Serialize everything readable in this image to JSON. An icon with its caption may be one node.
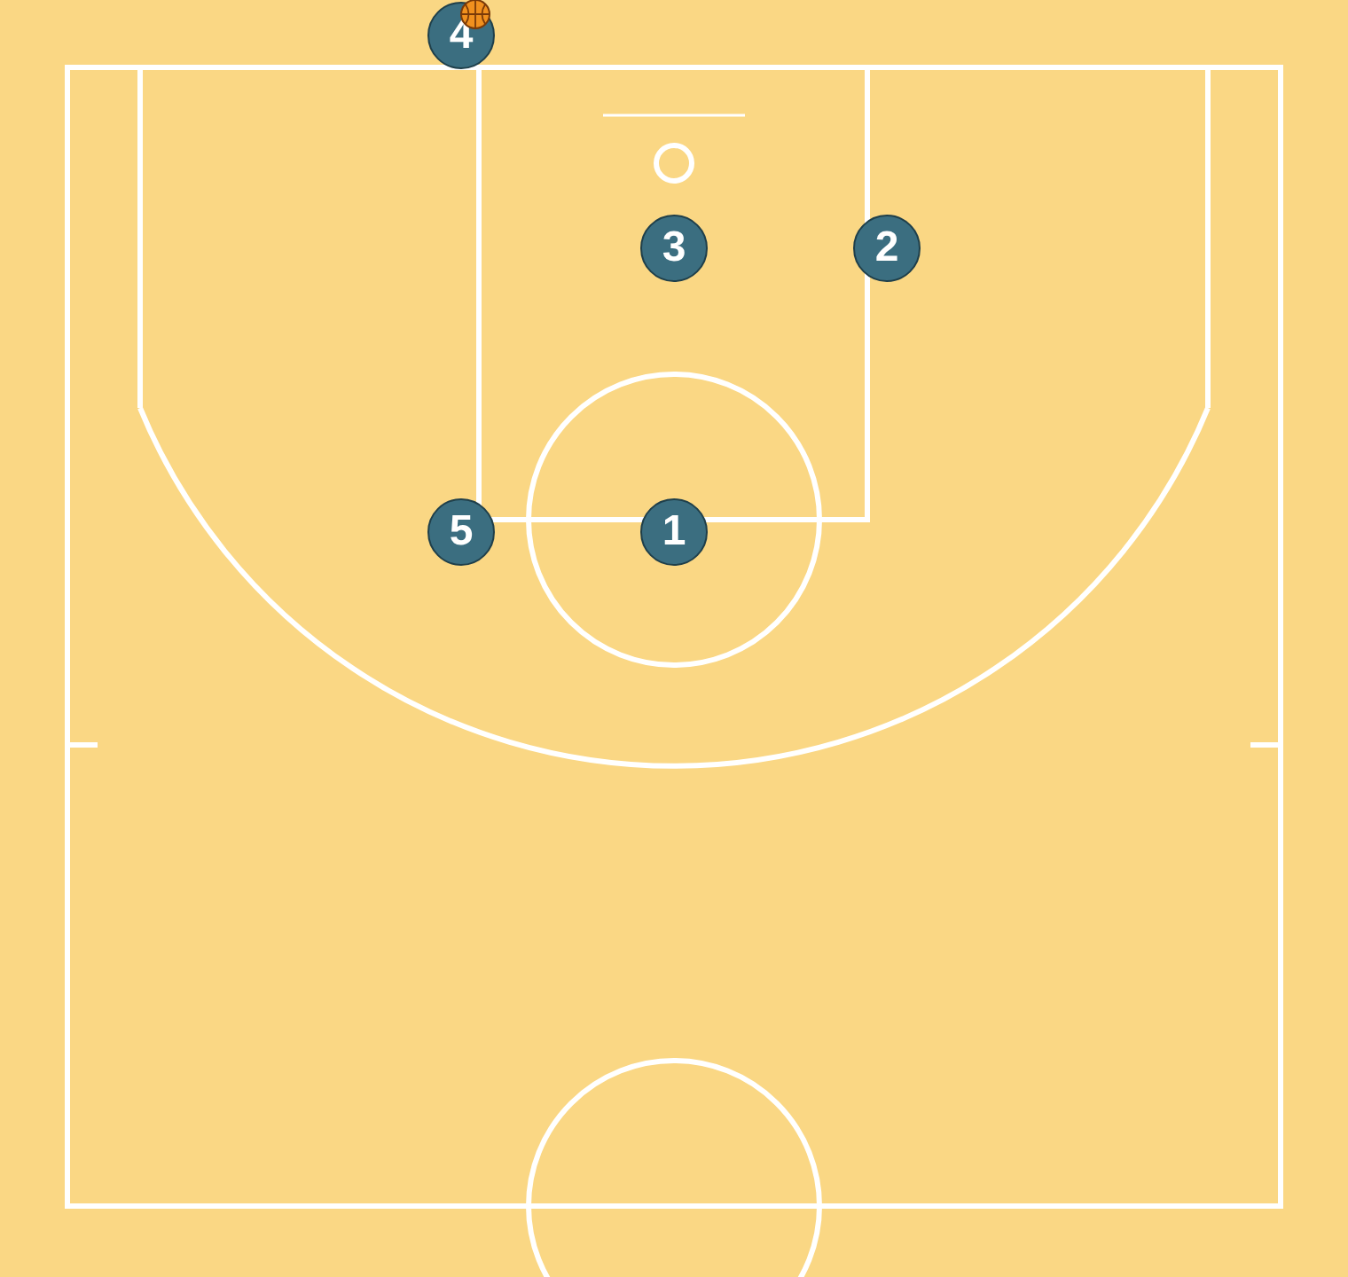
{
  "diagram": {
    "nodes": [
      {
        "text": [
          "4"
        ]
      },
      {
        "text": [
          "3"
        ]
      },
      {
        "text": [
          "2"
        ]
      },
      {
        "text": [
          "5"
        ]
      },
      {
        "text": [
          "1"
        ]
      }
    ]
  }
}
